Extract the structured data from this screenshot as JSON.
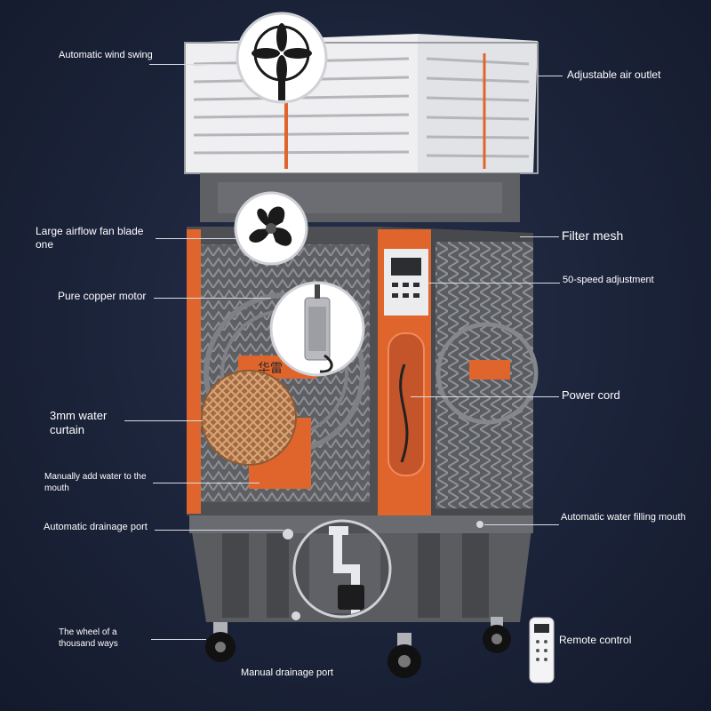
{
  "colors": {
    "background": "#1a2238",
    "orange": "#e0652d",
    "body_gray": "#6d6f73",
    "dark_gray": "#3e4045",
    "louver_white": "#e9eaec",
    "curtain": "#b07a4e"
  },
  "labels": {
    "auto_wind_swing": "Automatic wind swing",
    "large_fan_blade": "Large airflow fan blade one",
    "copper_motor": "Pure copper motor",
    "water_curtain": "3mm water curtain",
    "manual_add_water": "Manually add water to the mouth",
    "auto_drainage": "Automatic drainage port",
    "wheel": "The wheel of a thousand ways",
    "manual_drainage": "Manual drainage port",
    "adjustable_outlet": "Adjustable air outlet",
    "filter_mesh": "Filter mesh",
    "speed_adjust": "50-speed adjustment",
    "power_cord": "Power cord",
    "auto_water_filling": "Automatic water filling mouth",
    "remote_control": "Remote control"
  },
  "product_badge": "华雷"
}
